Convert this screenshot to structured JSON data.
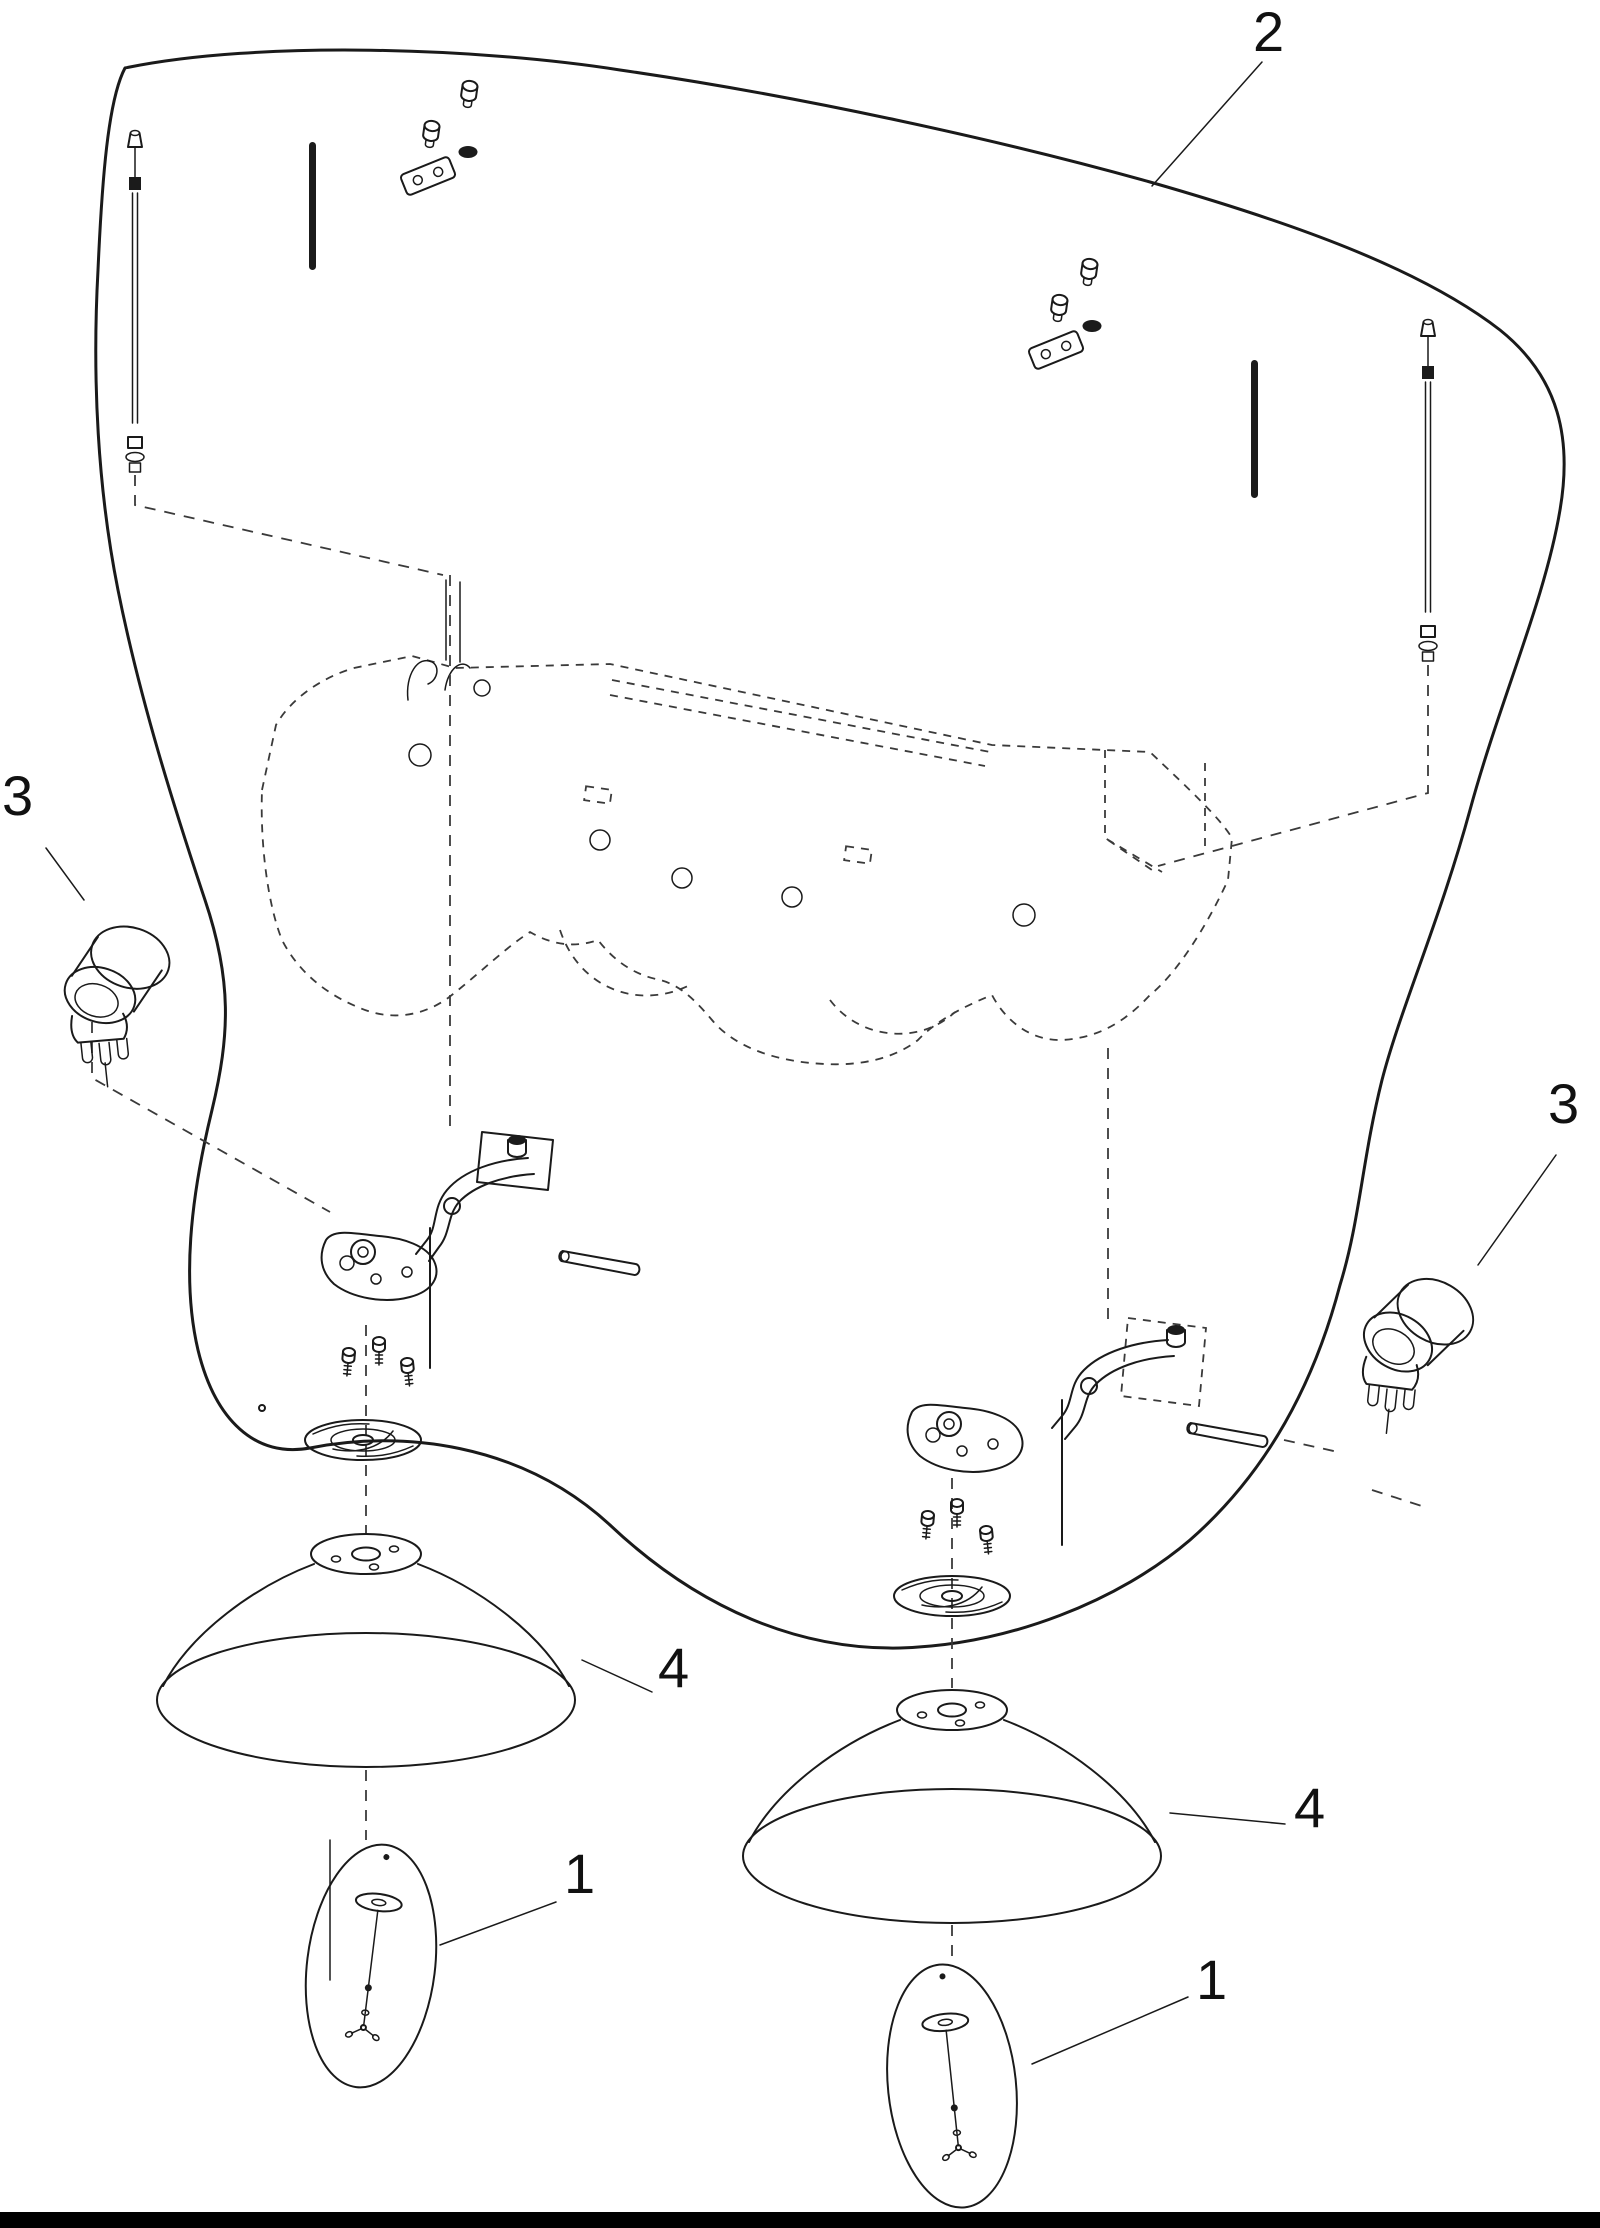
{
  "figure": {
    "callouts": [
      {
        "id": "2",
        "label": "2"
      },
      {
        "id": "3-left",
        "label": "3"
      },
      {
        "id": "3-right",
        "label": "3"
      },
      {
        "id": "4-left",
        "label": "4"
      },
      {
        "id": "4-right",
        "label": "4"
      },
      {
        "id": "1-left",
        "label": "1"
      },
      {
        "id": "1-right",
        "label": "1"
      }
    ],
    "colors": {
      "line": "#1a1a1a",
      "dash": "#3a3a3a",
      "background": "#ffffff"
    }
  }
}
